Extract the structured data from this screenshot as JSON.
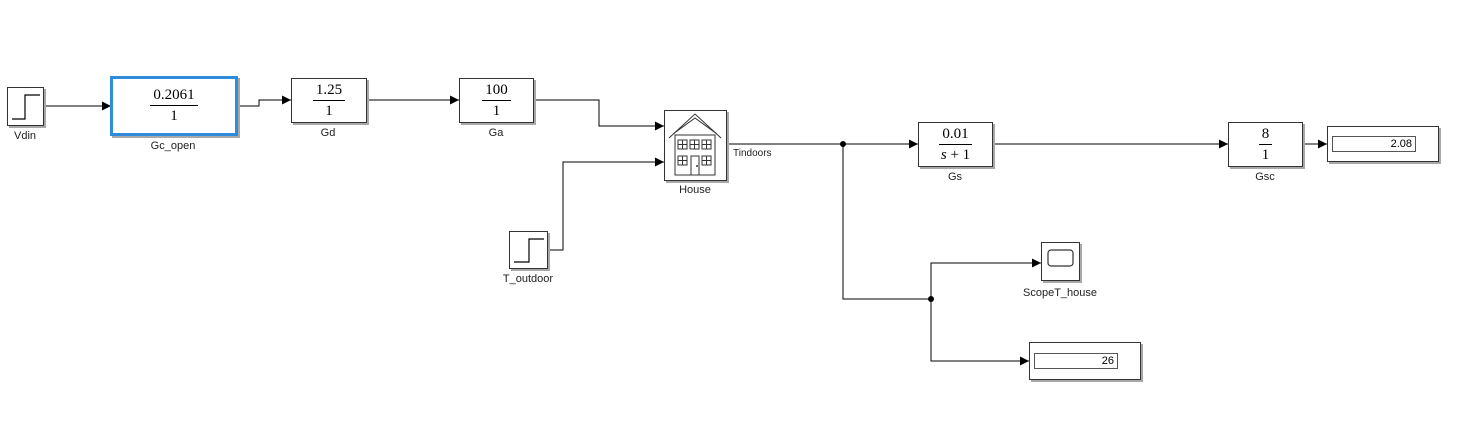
{
  "blocks": {
    "vdin": {
      "label": "Vdin"
    },
    "gc_open": {
      "label": "Gc_open",
      "num": "0.2061",
      "den": "1"
    },
    "gd": {
      "label": "Gd",
      "num": "1.25",
      "den": "1"
    },
    "ga": {
      "label": "Ga",
      "num": "100",
      "den": "1"
    },
    "house": {
      "label": "House"
    },
    "t_outdoor": {
      "label": "T_outdoor"
    },
    "gs": {
      "label": "Gs",
      "num": "0.01",
      "den_var": "s",
      "den_rest": " + 1"
    },
    "gsc": {
      "label": "Gsc",
      "num": "8",
      "den": "1"
    },
    "display_top": {
      "value": "2.08"
    },
    "scope": {
      "label": "ScopeT_house"
    },
    "display_bottom": {
      "value": "26"
    }
  },
  "signals": {
    "tindoors": "Tindoors"
  },
  "colors": {
    "selection": "#2f8bdc",
    "block_border": "#333333",
    "shadow": "#a8a8a8",
    "wire": "#000000"
  }
}
